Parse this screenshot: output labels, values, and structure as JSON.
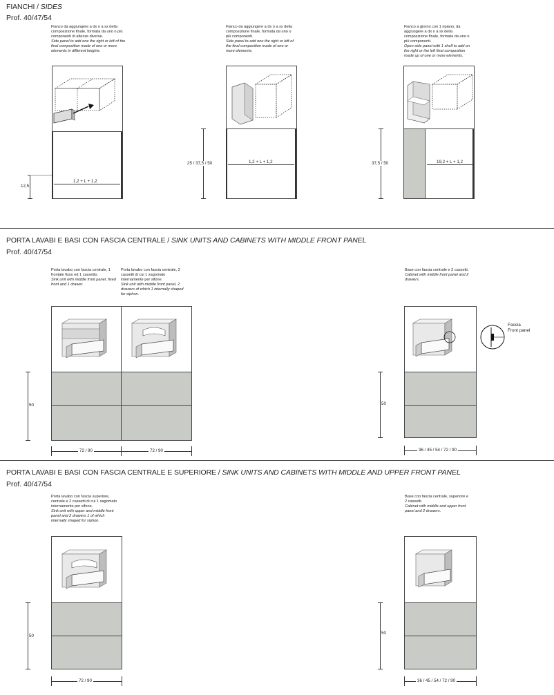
{
  "section1": {
    "title_it": "FIANCHI /",
    "title_en": "SIDES",
    "prof": "Prof. 40/47/54",
    "items": [
      {
        "desc_it": "Fianco da aggiungere a dx o a sx della composizione finale, formata da uno o più componenti di altezze diverse.",
        "desc_en": "Side panel to add one the right or left of the final composition made of one or more elements in different heights.",
        "height": "12,5",
        "width": "1,2 + L + 1,2"
      },
      {
        "desc_it": "Fianco da aggiungere a dx o a sx della composizione finale, formata da uno o più componenti.",
        "desc_en": "Side panel to add one the right or left of the final composition made of one or more elements.",
        "height": "25 / 37,5 / 50",
        "width": "1,2 + L + 1,2"
      },
      {
        "desc_it": "Fianco a giorno con 1 ripiano, da aggiungere a dx o a sx della composizione finale, formata da uno o più componenti.",
        "desc_en": "Open side panel with 1 shelf to add on the right or the left final composition made up of one or more elements.",
        "height": "37,5 / 50",
        "width": "19,2 + L + 1,2"
      }
    ]
  },
  "section2": {
    "title_it": "PORTA LAVABI E BASI CON FASCIA CENTRALE /",
    "title_en": "SINK UNITS  AND CABINETS WITH MIDDLE FRONT PANEL",
    "prof": "Prof. 40/47/54",
    "items": [
      {
        "desc_it": "Porta lavabo con fascia centrale, 1 frontale fisso ed 1 cassetto.",
        "desc_en": "Sink unit with middle front panel, fixed front and 1 drawer.",
        "width": "72 / 90"
      },
      {
        "desc_it": "Porta lavabo con fascia centrale, 2 cassetti di cui 1 sagomato internamente per sifone.",
        "desc_en": "Sink unit with middle front panel, 2 drawers of which 1 internally shaped for siphon.",
        "width": "72 / 90"
      },
      {
        "desc_it": "Base con fascia centrale e 2 cassetti.",
        "desc_en": "Cabinet with middle front panel and 2 drawers.",
        "width": "36 / 45 / 54 / 72 / 90"
      }
    ],
    "height": "50",
    "detail_label_1": "Fascia",
    "detail_label_2": "Front panel"
  },
  "section3": {
    "title_it": "PORTA LAVABI E BASI CON FASCIA CENTRALE E SUPERIORE /",
    "title_en": "SINK UNITS AND CABINETS WITH MIDDLE AND UPPER FRONT PANEL",
    "prof": "Prof. 40/47/54",
    "items": [
      {
        "desc_it": "Porta lavabo con fascia superiore, centrale e 2 cassetti di cui 1 sagomato internamente per sifone.",
        "desc_en": "Sink unit with upper and middle front panel and 2 drawers 1 of which internally shaped for siphon.",
        "width": "72 / 90"
      },
      {
        "desc_it": "Base con fascia centrale, superiore e 2 cassetti.",
        "desc_en": "Cabinet with middle and upper front panel and 2 drawers.",
        "width": "36 / 45 / 54 / 72 / 90"
      }
    ],
    "height": "50"
  }
}
